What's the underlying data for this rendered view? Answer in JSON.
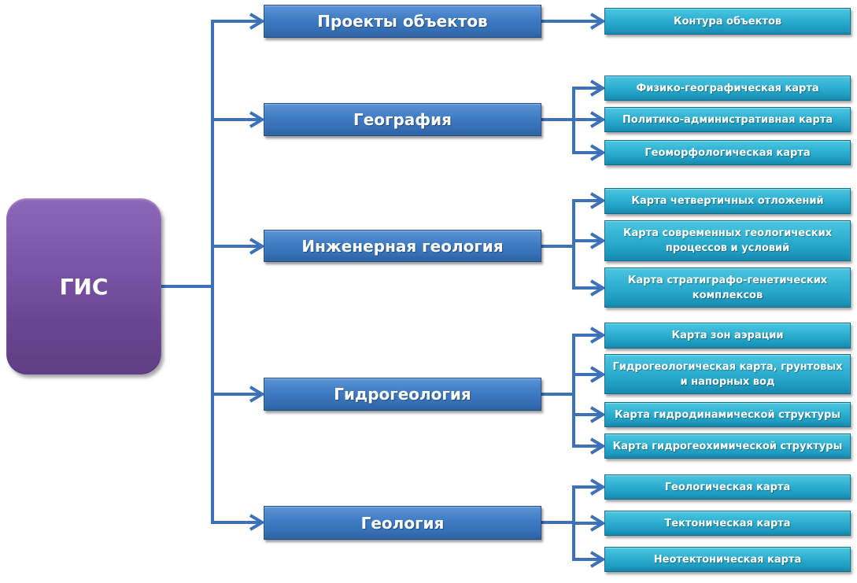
{
  "colors": {
    "root": "#7a55a6",
    "category": "#3f7cc4",
    "leaf": "#2eb0d1",
    "connector": "#3d72b8"
  },
  "root": {
    "label": "ГИС"
  },
  "categories": [
    {
      "label": "Проекты объектов",
      "children": [
        "Контура объектов"
      ]
    },
    {
      "label": "География",
      "children": [
        "Физико-географическая карта",
        "Политико-административная карта",
        "Геоморфологическая карта"
      ]
    },
    {
      "label": "Инженерная геология",
      "children": [
        "Карта четвертичных отложений",
        "Карта современных геологических процессов и условий",
        "Карта стратиграфо-генетических комплексов"
      ]
    },
    {
      "label": "Гидрогеология",
      "children": [
        "Карта зон аэрации",
        "Гидрогеологическая карта, грунтовых и напорных вод",
        "Карта гидродинамической структуры",
        "Карта гидрогеохимической структуры"
      ]
    },
    {
      "label": "Геология",
      "children": [
        "Геологическая карта",
        "Тектоническая карта",
        "Неотектоническая карта"
      ]
    }
  ]
}
